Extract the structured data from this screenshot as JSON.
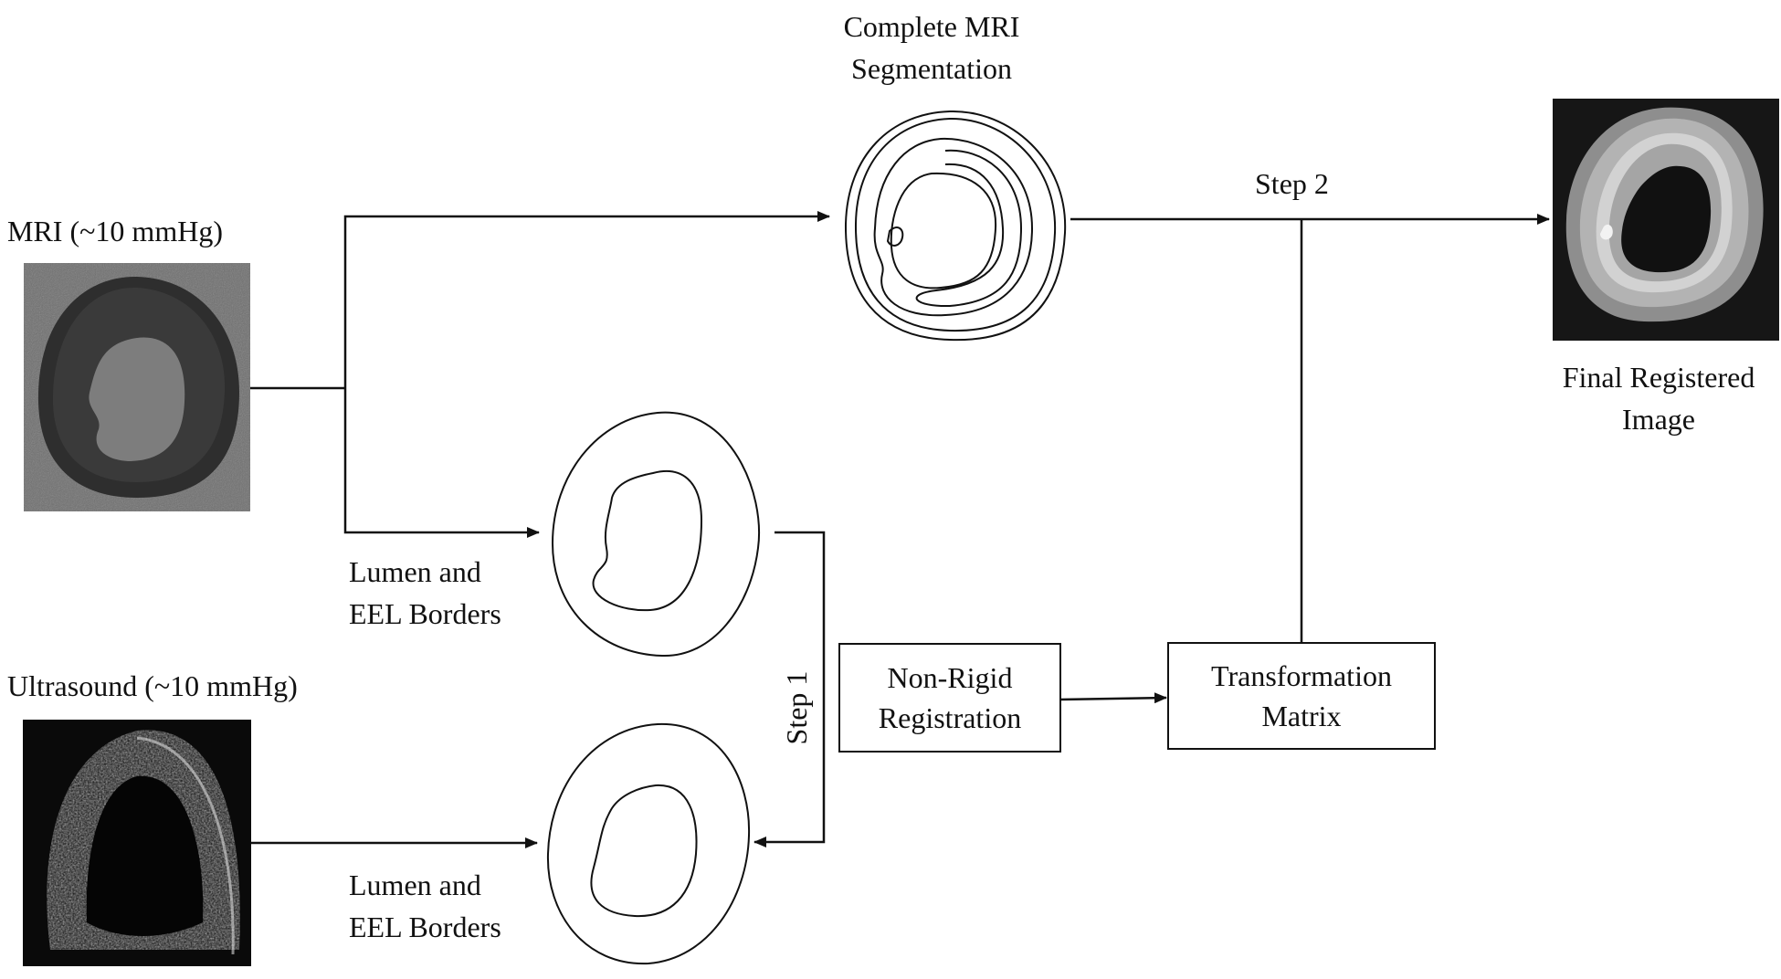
{
  "inputs": {
    "mri_label": "MRI (~10 mmHg)",
    "ultrasound_label": "Ultrasound (~10 mmHg)"
  },
  "segmentation": {
    "line1": "Complete MRI",
    "line2": "Segmentation"
  },
  "borders_mri": {
    "line1": "Lumen and",
    "line2": "EEL Borders"
  },
  "borders_us": {
    "line1": "Lumen and",
    "line2": "EEL Borders"
  },
  "steps": {
    "step1": "Step 1",
    "step2": "Step 2"
  },
  "boxes": {
    "registration": {
      "line1": "Non-Rigid",
      "line2": "Registration"
    },
    "transformation": {
      "line1": "Transformation",
      "line2": "Matrix"
    }
  },
  "output": {
    "line1": "Final Registered",
    "line2": "Image"
  },
  "colors": {
    "line": "#111111",
    "mri_bg": "#6e6e6e",
    "us_bg": "#0a0a0a",
    "final_bg": "#161616"
  }
}
